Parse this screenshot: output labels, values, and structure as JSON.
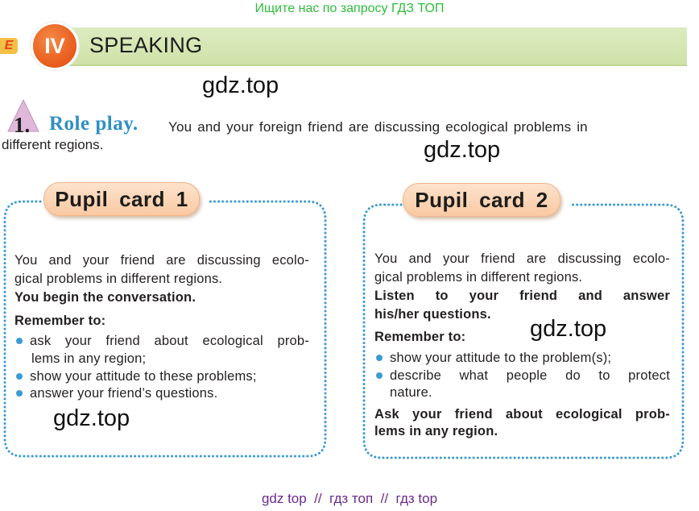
{
  "banner": {
    "text": "Ищите нас по запросу ГДЗ ТОП"
  },
  "header": {
    "side_tab": "E",
    "section_numeral": "IV",
    "title": "SPEAKING"
  },
  "watermarks": [
    "gdz.top",
    "gdz.top",
    "gdz.top",
    "gdz.top"
  ],
  "task": {
    "number": "1.",
    "title": "Role play.",
    "text_line1": "You and your foreign friend are discussing ecological problems in",
    "text_line2": "different regions."
  },
  "card1": {
    "label": "Pupil card 1",
    "lines": [
      "You and your friend are discussing ecolo-",
      "gical problems in different regions.",
      "You begin the conversation.",
      "Remember to:"
    ],
    "bullets": [
      {
        "line1": "ask your friend about ecological prob-",
        "line2": "lems in any region;"
      },
      {
        "line1": "show your attitude to these problems;"
      },
      {
        "line1": "answer your friend’s questions."
      }
    ]
  },
  "card2": {
    "label": "Pupil card 2",
    "lines": [
      "You and your friend are discussing ecolo-",
      "gical problems in different regions.",
      "Listen to your friend and answer",
      "his/her questions.",
      "Remember to:"
    ],
    "bullets": [
      {
        "line1": "show your attitude to the problem(s);"
      },
      {
        "line1": "describe what people do to protect",
        "line2": "nature."
      }
    ],
    "closing_lines": [
      "Ask your friend about ecological prob-",
      "lems in any region."
    ]
  },
  "footer": {
    "text": "gdz top  //  гдз топ  //  гдз top"
  },
  "colors": {
    "banner_green": "#2ebd3d",
    "header_bar": "#d5e6b4",
    "section_circle": "#ea6121",
    "task_title_blue": "#2f8fc4",
    "card_border": "#3b9bd4",
    "card_pill": "#fbd5b5",
    "bullet": "#3b9bd4",
    "footer_purple": "#6b2a8a"
  },
  "icons": {
    "task_marker": "triangle-icon",
    "bullet": "bullet-dot-icon"
  }
}
